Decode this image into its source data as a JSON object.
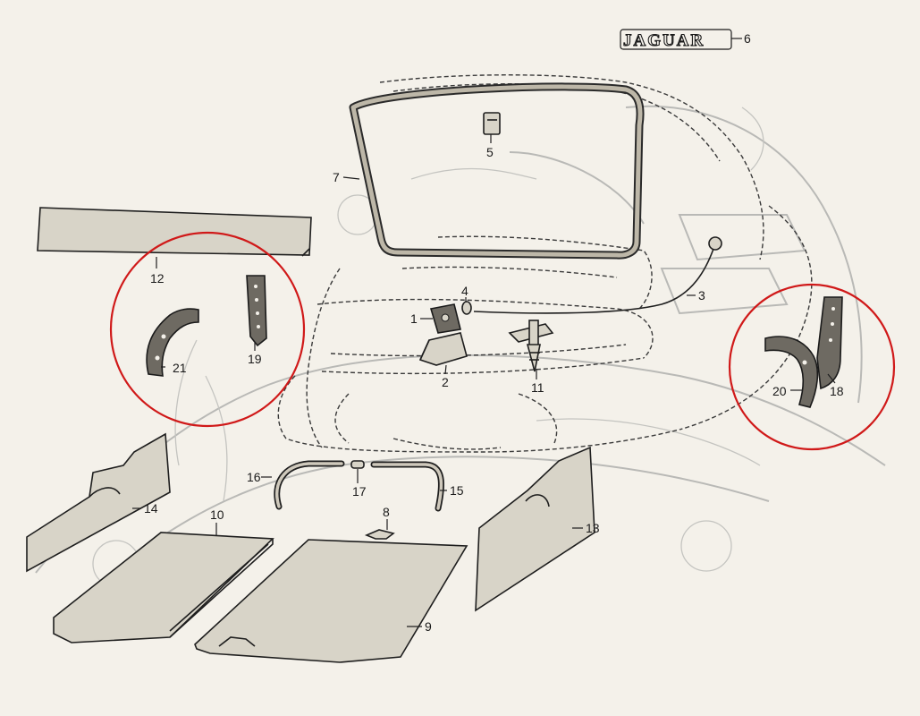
{
  "brand": "JAGUAR",
  "parts": {
    "p1": "1",
    "p2": "2",
    "p3": "3",
    "p4": "4",
    "p5": "5",
    "p6": "6",
    "p7": "7",
    "p8": "8",
    "p9": "9",
    "p10": "10",
    "p11": "11",
    "p12": "12",
    "p13": "13",
    "p14": "14",
    "p15": "15",
    "p16": "16",
    "p17": "17",
    "p18": "18",
    "p19": "19",
    "p20": "20",
    "p21": "21"
  },
  "colors": {
    "paper": "#f4f1ea",
    "ink": "#1e1e1e",
    "highlight_circle": "#d01919"
  }
}
